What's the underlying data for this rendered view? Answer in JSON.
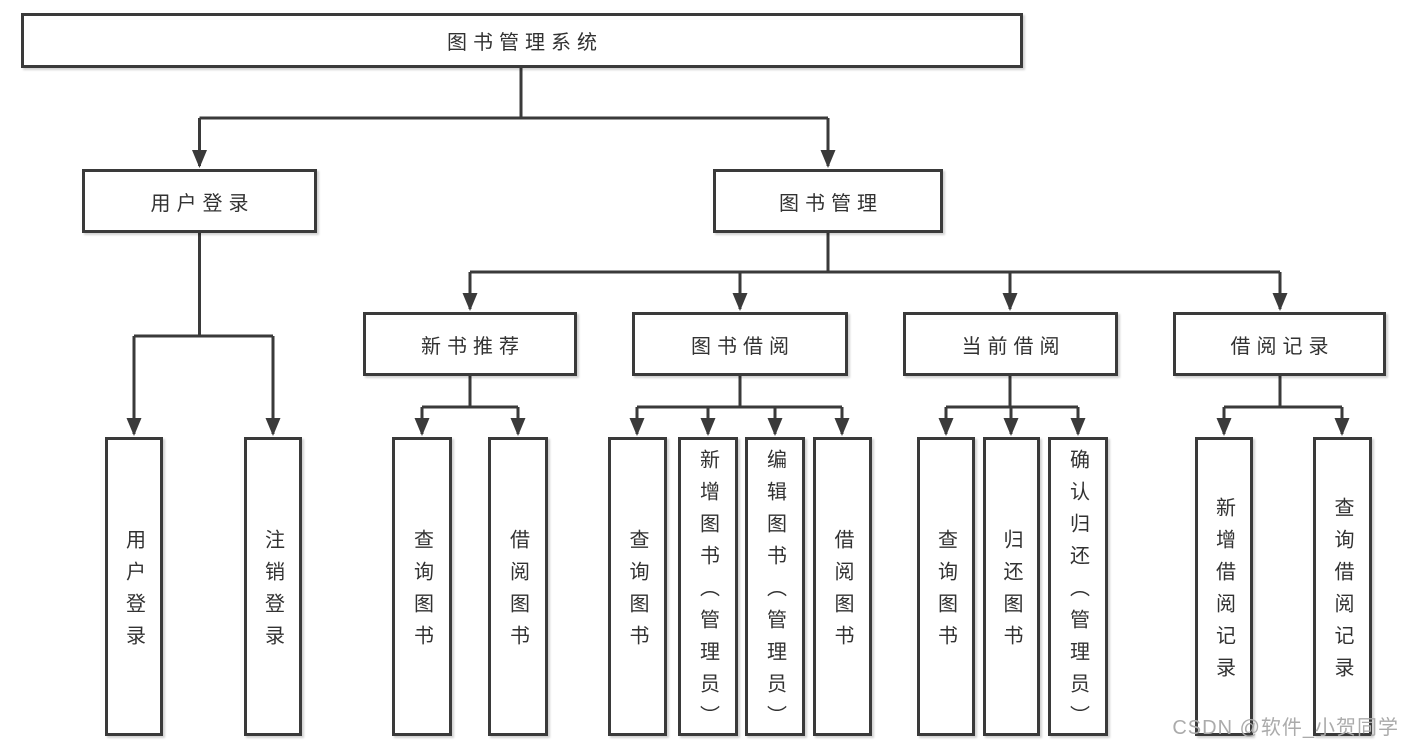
{
  "tree": {
    "label": "图书管理系统",
    "children": [
      {
        "label": "用户登录",
        "children": [
          {
            "label": "用户登录"
          },
          {
            "label": "注销登录"
          }
        ]
      },
      {
        "label": "图书管理",
        "children": [
          {
            "label": "新书推荐",
            "children": [
              {
                "label": "查询图书"
              },
              {
                "label": "借阅图书"
              }
            ]
          },
          {
            "label": "图书借阅",
            "children": [
              {
                "label": "查询图书"
              },
              {
                "label": "新增图书（管理员）"
              },
              {
                "label": "编辑图书（管理员）"
              },
              {
                "label": "借阅图书"
              }
            ]
          },
          {
            "label": "当前借阅",
            "children": [
              {
                "label": "查询图书"
              },
              {
                "label": "归还图书"
              },
              {
                "label": "确认归还（管理员）"
              }
            ]
          },
          {
            "label": "借阅记录",
            "children": [
              {
                "label": "新增借阅记录"
              },
              {
                "label": "查询借阅记录"
              }
            ]
          }
        ]
      }
    ]
  },
  "watermark": {
    "text": "CSDN @软件_小贺同学"
  },
  "colors": {
    "line": "#3a3a3a",
    "text": "#323232",
    "watermark": "#ababab",
    "background": "#ffffff"
  }
}
